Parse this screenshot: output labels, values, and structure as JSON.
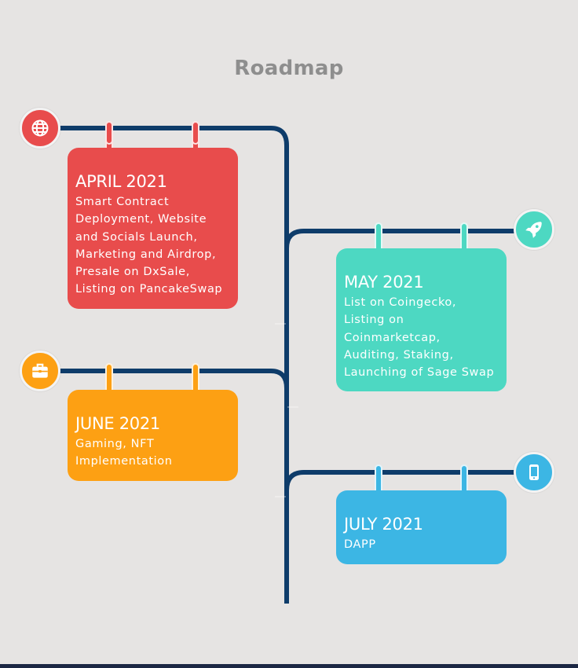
{
  "title": "Roadmap",
  "colors": {
    "line": "#0e3c6a",
    "april": "#e84c4c",
    "may": "#4dd8c2",
    "june": "#fda013",
    "july": "#3cb6e4"
  },
  "milestones": [
    {
      "heading": "APRIL 2021",
      "description": "Smart Contract Deployment, Website and Socials Launch, Marketing and Airdrop, Presale on DxSale, Listing on PancakeSwap",
      "icon": "globe-icon"
    },
    {
      "heading": "MAY 2021",
      "description": "List on Coingecko, Listing on Coinmarketcap, Auditing, Staking, Launching of Sage Swap",
      "icon": "rocket-icon"
    },
    {
      "heading": "JUNE 2021",
      "description": "Gaming, NFT Implementation",
      "icon": "briefcase-icon"
    },
    {
      "heading": "JULY 2021",
      "description": "DAPP",
      "icon": "smartphone-icon"
    }
  ]
}
